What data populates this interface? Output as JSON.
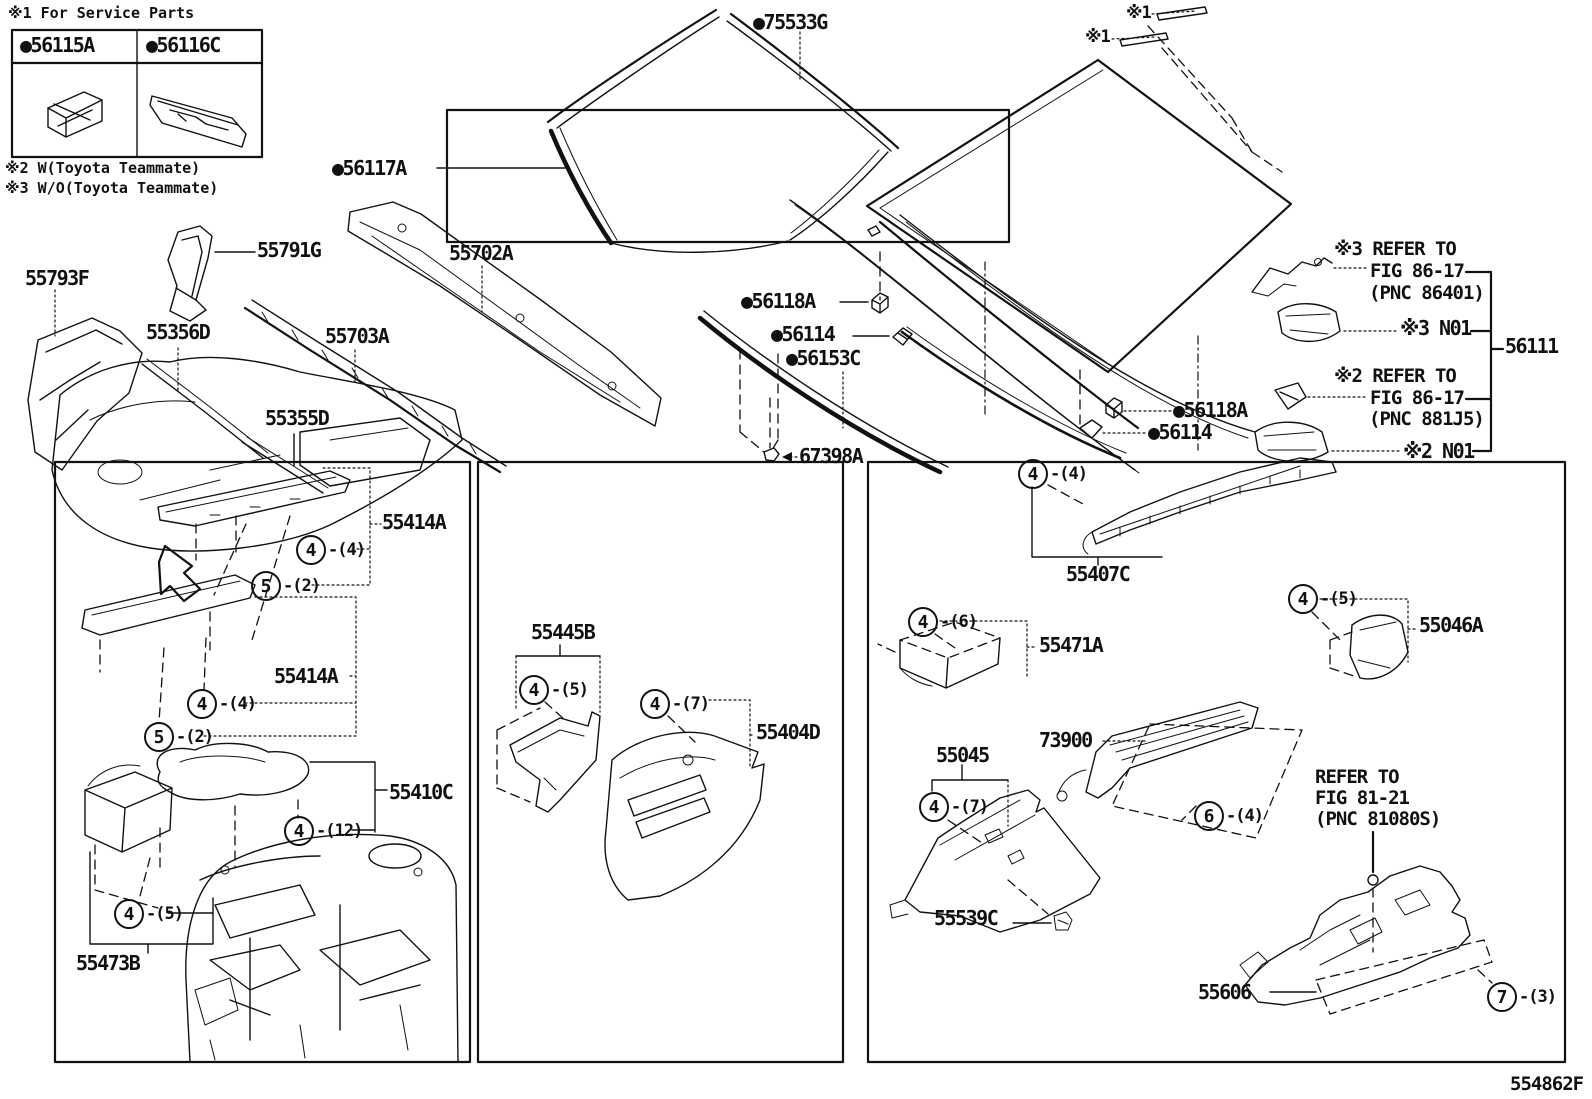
{
  "doc": {
    "code": "554862F"
  },
  "colors": {
    "ink": "#111111",
    "bg": "#ffffff"
  },
  "notes": {
    "service": "※1 For Service Parts",
    "with_teammate": "※2 W(Toyota Teammate)",
    "without_teammate": "※3 W/O(Toyota Teammate)"
  },
  "legend": {
    "col1": "●56115A",
    "col2": "●56116C"
  },
  "labels": [
    {
      "id": "note-service",
      "text": "※1 For Service Parts"
    },
    {
      "id": "note-w-teammate",
      "text": "※2 W(Toyota Teammate)"
    },
    {
      "id": "note-wo-teammate",
      "text": "※3 W/O(Toyota Teammate)"
    },
    {
      "id": "legend-56115A",
      "text": "●56115A"
    },
    {
      "id": "legend-56116C",
      "text": "●56116C"
    },
    {
      "id": "part-75533G",
      "text": "●75533G"
    },
    {
      "id": "part-56117A",
      "text": "●56117A"
    },
    {
      "id": "ref-1a",
      "text": "※1"
    },
    {
      "id": "ref-1b",
      "text": "※1"
    },
    {
      "id": "part-55791G",
      "text": "55791G"
    },
    {
      "id": "part-55793F",
      "text": "55793F"
    },
    {
      "id": "part-55356D",
      "text": "55356D"
    },
    {
      "id": "part-55702A",
      "text": "55702A"
    },
    {
      "id": "part-55703A",
      "text": "55703A"
    },
    {
      "id": "part-55355D",
      "text": "55355D"
    },
    {
      "id": "part-56118A-left",
      "text": "●56118A"
    },
    {
      "id": "part-56114-left",
      "text": "●56114"
    },
    {
      "id": "part-56153C",
      "text": "●56153C"
    },
    {
      "id": "part-67398A",
      "text": "67398A"
    },
    {
      "id": "part-56118A-right",
      "text": "●56118A"
    },
    {
      "id": "part-56114-right",
      "text": "●56114"
    },
    {
      "id": "callout3-line1",
      "text": "※3 REFER TO"
    },
    {
      "id": "callout3-line2",
      "text": "FIG 86-17"
    },
    {
      "id": "callout3-line3",
      "text": "(PNC 86401)"
    },
    {
      "id": "callout3-n01",
      "text": "※3 N01"
    },
    {
      "id": "part-56111",
      "text": "56111"
    },
    {
      "id": "callout2-line1",
      "text": "※2 REFER TO"
    },
    {
      "id": "callout2-line2",
      "text": "FIG 86-17"
    },
    {
      "id": "callout2-line3",
      "text": "(PNC 881J5)"
    },
    {
      "id": "callout2-n01",
      "text": "※2 N01"
    },
    {
      "id": "part-55414A-1",
      "text": "55414A"
    },
    {
      "id": "part-55414A-2",
      "text": "55414A"
    },
    {
      "id": "part-55410C",
      "text": "55410C"
    },
    {
      "id": "part-55473B",
      "text": "55473B"
    },
    {
      "id": "part-55445B",
      "text": "55445B"
    },
    {
      "id": "part-55404D",
      "text": "55404D"
    },
    {
      "id": "part-55407C",
      "text": "55407C"
    },
    {
      "id": "part-55471A",
      "text": "55471A"
    },
    {
      "id": "part-55046A",
      "text": "55046A"
    },
    {
      "id": "part-55045",
      "text": "55045"
    },
    {
      "id": "part-73900",
      "text": "73900"
    },
    {
      "id": "part-55539C",
      "text": "55539C"
    },
    {
      "id": "part-55606",
      "text": "55606"
    },
    {
      "id": "callout81-line1",
      "text": "REFER TO"
    },
    {
      "id": "callout81-line2",
      "text": "FIG 81-21"
    },
    {
      "id": "callout81-line3",
      "text": "(PNC 81080S)"
    },
    {
      "id": "diagram-code",
      "text": "554862F"
    }
  ],
  "badges": [
    {
      "num": "4",
      "count": "-(4)"
    },
    {
      "num": "4",
      "count": "-(4)"
    },
    {
      "num": "5",
      "count": "-(2)"
    },
    {
      "num": "4",
      "count": "-(4)"
    },
    {
      "num": "5",
      "count": "-(2)"
    },
    {
      "num": "4",
      "count": "-(12)"
    },
    {
      "num": "4",
      "count": "-(5)"
    },
    {
      "num": "4",
      "count": "-(5)"
    },
    {
      "num": "4",
      "count": "-(7)"
    },
    {
      "num": "4",
      "count": "-(6)"
    },
    {
      "num": "4",
      "count": "-(5)"
    },
    {
      "num": "4",
      "count": "-(7)"
    },
    {
      "num": "6",
      "count": "-(4)"
    },
    {
      "num": "7",
      "count": "-(3)"
    }
  ]
}
